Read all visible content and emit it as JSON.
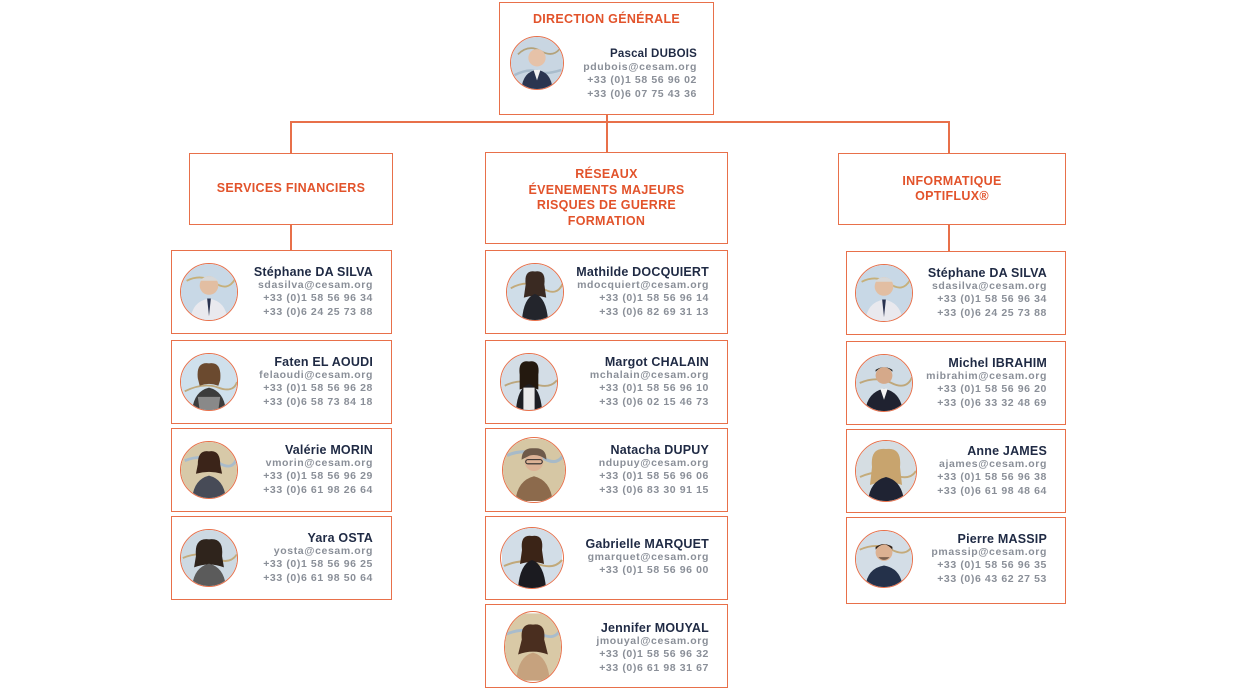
{
  "colors": {
    "accent": "#e8704a",
    "title": "#e2532b",
    "name": "#1f2a44",
    "detail": "#8a8f98"
  },
  "top": {
    "title": "DIRECTION GÉNÉRALE",
    "person": {
      "name": "Pascal DUBOIS",
      "email": "pdubois@cesam.org",
      "phone1": "+33 (0)1 58 56 96 02",
      "phone2": "+33 (0)6 07 75 43 36"
    }
  },
  "columns": [
    {
      "title": [
        "SERVICES FINANCIERS"
      ],
      "people": [
        {
          "name": "Stéphane DA SILVA",
          "email": "sdasilva@cesam.org",
          "phone1": "+33 (0)1 58 56 96 34",
          "phone2": "+33 (0)6 24 25 73 88"
        },
        {
          "name": "Faten EL AOUDI",
          "email": "felaoudi@cesam.org",
          "phone1": "+33 (0)1 58 56 96 28",
          "phone2": "+33 (0)6 58 73 84 18"
        },
        {
          "name": "Valérie MORIN",
          "email": "vmorin@cesam.org",
          "phone1": "+33 (0)1 58 56 96 29",
          "phone2": "+33 (0)6 61 98 26 64"
        },
        {
          "name": "Yara OSTA",
          "email": "yosta@cesam.org",
          "phone1": "+33 (0)1 58 56 96 25",
          "phone2": "+33 (0)6 61 98 50 64"
        }
      ]
    },
    {
      "title": [
        "RÉSEAUX",
        "ÉVENEMENTS MAJEURS",
        "RISQUES DE GUERRE",
        "FORMATION"
      ],
      "people": [
        {
          "name": "Mathilde DOCQUIERT",
          "email": "mdocquiert@cesam.org",
          "phone1": "+33 (0)1 58 56 96 14",
          "phone2": "+33 (0)6 82 69 31 13"
        },
        {
          "name": "Margot CHALAIN",
          "email": "mchalain@cesam.org",
          "phone1": "+33 (0)1 58 56 96 10",
          "phone2": "+33 (0)6 02 15 46 73"
        },
        {
          "name": "Natacha DUPUY",
          "email": "ndupuy@cesam.org",
          "phone1": "+33 (0)1 58 56 96 06",
          "phone2": "+33 (0)6 83 30 91 15"
        },
        {
          "name": "Gabrielle MARQUET",
          "email": "gmarquet@cesam.org",
          "phone1": "+33 (0)1 58 56 96 00",
          "phone2": ""
        },
        {
          "name": "Jennifer MOUYAL",
          "email": "jmouyal@cesam.org",
          "phone1": "+33 (0)1 58 56 96 32",
          "phone2": "+33 (0)6 61 98 31 67"
        }
      ]
    },
    {
      "title": [
        "INFORMATIQUE",
        "OPTIFLUX®"
      ],
      "people": [
        {
          "name": "Stéphane DA SILVA",
          "email": "sdasilva@cesam.org",
          "phone1": "+33 (0)1 58 56 96 34",
          "phone2": "+33 (0)6 24 25 73 88"
        },
        {
          "name": "Michel IBRAHIM",
          "email": "mibrahim@cesam.org",
          "phone1": "+33 (0)1 58 56 96 20",
          "phone2": "+33 (0)6 33 32 48 69"
        },
        {
          "name": "Anne JAMES",
          "email": "ajames@cesam.org",
          "phone1": "+33 (0)1 58 56 96 38",
          "phone2": "+33 (0)6 61 98 48 64"
        },
        {
          "name": "Pierre MASSIP",
          "email": "pmassip@cesam.org",
          "phone1": "+33 (0)1 58 56 96 35",
          "phone2": "+33 (0)6 43 62 27 53"
        }
      ]
    }
  ]
}
